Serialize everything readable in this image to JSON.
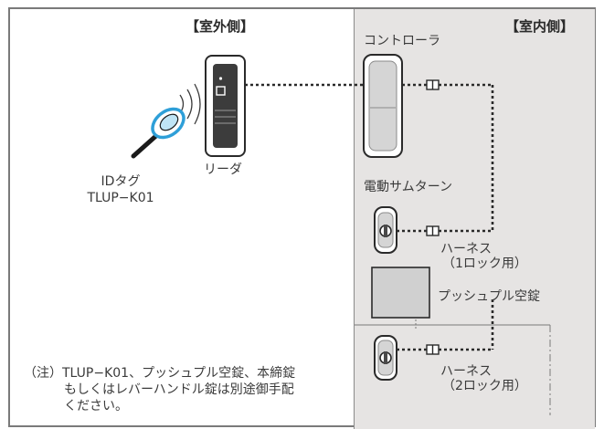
{
  "labels": {
    "outdoor_heading": "【室外側】",
    "indoor_heading": "【室内側】",
    "controller": "コントローラ",
    "reader": "リーダ",
    "id_tag_line1": "IDタグ",
    "id_tag_line2": "TLUP−K01",
    "electric_thumbturn": "電動サムターン",
    "harness1_line1": "ハーネス",
    "harness1_line2": "（1ロック用）",
    "push_pull_lock": "プッシュプル空錠",
    "harness2_line1": "ハーネス",
    "harness2_line2": "（2ロック用）"
  },
  "note": {
    "prefix": "（注）",
    "line1": "TLUP−K01、プッシュプル空錠、本締錠",
    "line2": "もしくはレバーハンドル錠は別途御手配",
    "line3": "ください。"
  },
  "colors": {
    "indoor_background": "#e6e4e3",
    "frame": "#7a7a7a",
    "wire": "#2a2a2a",
    "tag_accent": "#2e9fd8",
    "push_pull_fill": "#d0d0d0"
  }
}
